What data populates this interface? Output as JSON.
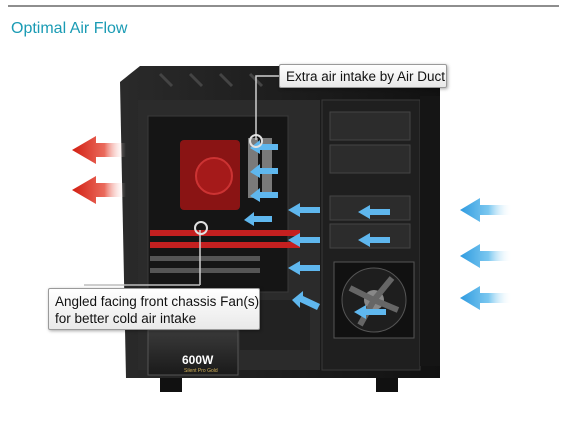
{
  "header": {
    "title": "Optimal Air Flow"
  },
  "callouts": {
    "air_duct": "Extra air intake by Air Duct",
    "front_fan_line1": "Angled facing front chassis Fan(s)",
    "front_fan_line2": "for better cold air intake"
  },
  "psu": {
    "wattage": "600W",
    "model": "Silent Pro Gold"
  },
  "colors": {
    "title": "#1a9bb4",
    "cold_air": "#3aa9e6",
    "hot_air": "#d9261c",
    "case": "#1c1c1c"
  },
  "icons": {
    "intake_arrows": "arrow-left-icon",
    "exhaust_arrows": "arrow-left-icon"
  }
}
